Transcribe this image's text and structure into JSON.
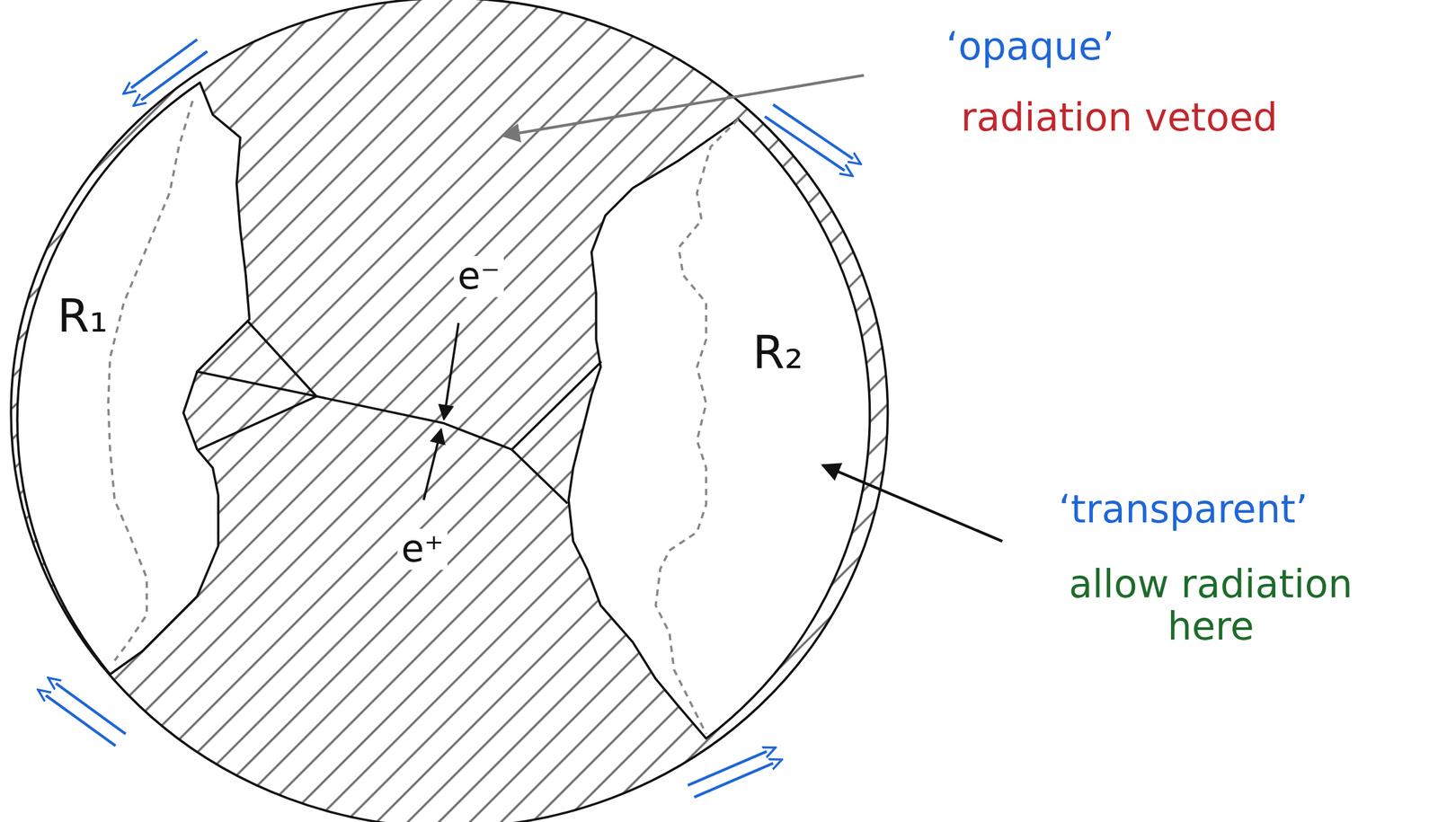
{
  "diagram": {
    "labels": [
      "‘opaque’",
      "radiation vetoed",
      "‘transparent’",
      "allow radiation here",
      "R₁",
      "R₂",
      "e⁻",
      "e⁺"
    ]
  }
}
